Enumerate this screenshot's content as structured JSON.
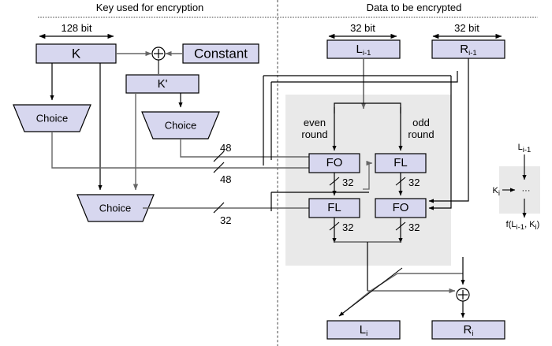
{
  "diagram": {
    "title_left": "Key used for encryption",
    "title_right": "Data to be encrypted",
    "colors": {
      "box_fill": "#d7d7ef",
      "box_stroke": "#000000",
      "panel_fill": "#e9e9e9",
      "wire_dark": "#000000",
      "wire_gray": "#808080",
      "divider": "#555555",
      "background": "#ffffff"
    },
    "key_side": {
      "width_label": "128 bit",
      "key_box": "K",
      "constant_box": "Constant",
      "kprime_box": "K'",
      "xor_symbol": "+",
      "choice_top_left": "Choice",
      "choice_top_right": "Choice",
      "choice_bottom": "Choice",
      "bus_labels": [
        "48",
        "48",
        "32"
      ]
    },
    "data_side": {
      "left_width_label": "32 bit",
      "right_width_label": "32 bit",
      "left_in_box": "L",
      "left_in_sub": "i-1",
      "right_in_box": "R",
      "right_in_sub": "i-1",
      "even_round_label_line1": "even",
      "even_round_label_line2": "round",
      "odd_round_label_line1": "odd",
      "odd_round_label_line2": "round",
      "blocks": {
        "even_top": "FO",
        "even_bottom": "FL",
        "odd_top": "FL",
        "odd_bottom": "FO"
      },
      "bus_labels": [
        "32",
        "32",
        "32",
        "32"
      ],
      "xor_symbol": "+",
      "left_out_box": "L",
      "left_out_sub": "i",
      "right_out_box": "R",
      "right_out_sub": "i"
    },
    "legend": {
      "input_label": "L",
      "input_sub": "i-1",
      "key_label": "K",
      "key_sub": "i",
      "ellipsis": "···",
      "output_prefix": "f(L",
      "output_sub1": "i-1",
      "output_mid": ", K",
      "output_sub2": "i",
      "output_suffix": ")"
    }
  }
}
